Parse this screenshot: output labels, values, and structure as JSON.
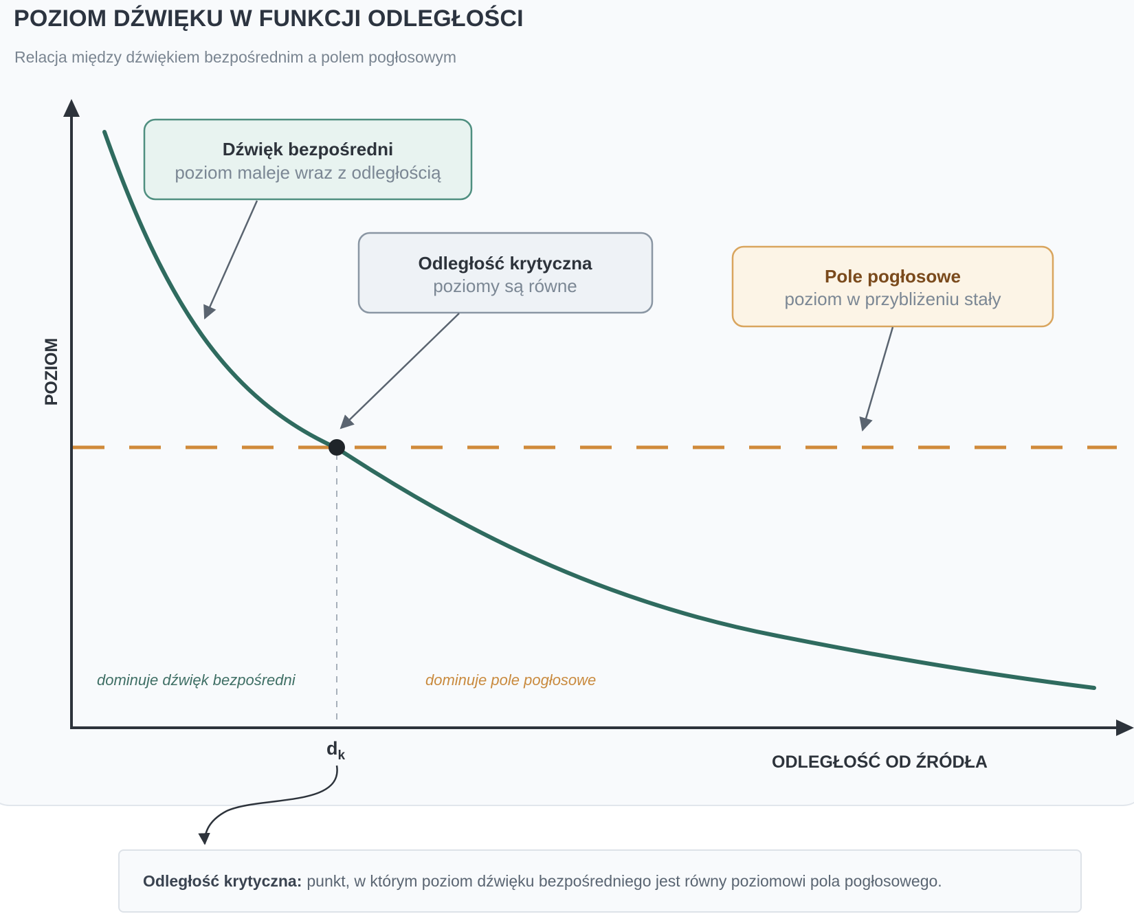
{
  "header": {
    "title": "POZIOM DŹWIĘKU W FUNKCJI ODLEGŁOŚCI",
    "subtitle": "Relacja między dźwiękiem bezpośrednim a polem pogłosowym"
  },
  "axes": {
    "y_label": "POZIOM",
    "x_label": "ODLEGŁOŚĆ OD ŹRÓDŁA"
  },
  "critical_point": {
    "label": "d",
    "subscript": "k"
  },
  "callouts": {
    "direct": {
      "title": "Dźwięk bezpośredni",
      "subtitle": "poziom maleje wraz z odległością"
    },
    "critical": {
      "title": "Odległość krytyczna",
      "subtitle": "poziomy są równe"
    },
    "reverberant": {
      "title": "Pole pogłosowe",
      "subtitle": "poziom w przybliżeniu stały"
    }
  },
  "regions": {
    "left": "dominuje dźwięk bezpośredni",
    "right": "dominuje pole pogłosowe"
  },
  "definition": {
    "term": "Odległość krytyczna:",
    "text": "punkt, w którym poziom dźwięku bezpośredniego jest równy poziomowi pola pogłosowego."
  },
  "colors": {
    "direct": "#2f6b5f",
    "reverberant": "#d08a3a",
    "axis": "#2d333b",
    "callout_neutral_border": "#8a96a3"
  }
}
